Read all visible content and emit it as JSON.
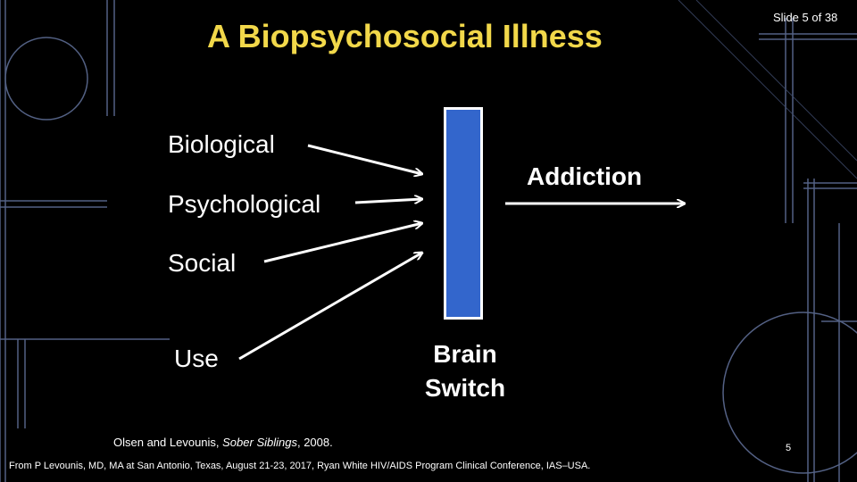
{
  "slide": {
    "title": "A Biopsychosocial Illness",
    "slide_counter": "Slide 5 of 38",
    "page_number": "5"
  },
  "diagram": {
    "inputs": [
      "Biological",
      "Psychological",
      "Social",
      "Use"
    ],
    "switch_label_line1": "Brain",
    "switch_label_line2": "Switch",
    "output": "Addiction"
  },
  "citation": {
    "authors": "Olsen and Levounis, ",
    "work": "Sober Siblings",
    "year": ", 2008."
  },
  "source": "From P Levounis, MD, MA at San Antonio, Texas, August 21-23, 2017, Ryan White HIV/AIDS Program Clinical Conference, IAS–USA.",
  "colors": {
    "title": "#F2D84A",
    "switch": "#3366CC",
    "background_lines": "#6F7FA8"
  }
}
